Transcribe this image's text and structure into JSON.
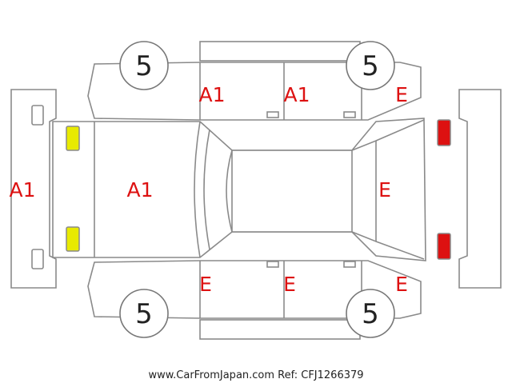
{
  "colors": {
    "damage": "#dd1111",
    "outline": "#8a8a8a",
    "yellow": "#e8ea00",
    "red": "#dd1111"
  },
  "tires": {
    "front_left": "5",
    "front_right": "5",
    "rear_left": "5",
    "rear_right": "5"
  },
  "codes": {
    "front_bumper": "A1",
    "hood": "A1",
    "front_door_upper": "A1",
    "rear_door_upper": "A1",
    "rear_quarter_upper": "E",
    "tailgate": "E",
    "front_door_lower": "E",
    "rear_door_lower": "E",
    "rear_quarter_lower": "E"
  },
  "footer": "www.CarFromJapan.com Ref: CFJ1266379"
}
